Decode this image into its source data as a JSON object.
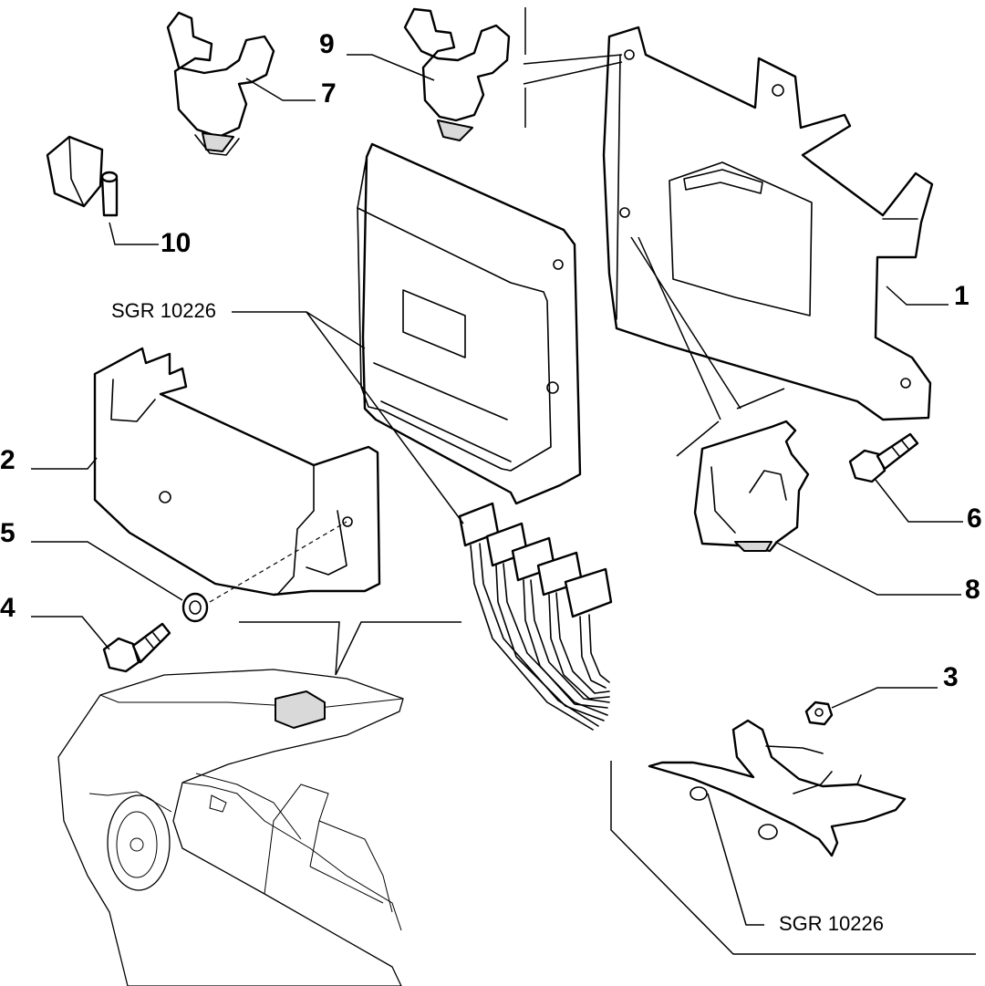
{
  "callouts": {
    "c1": "1",
    "c2": "2",
    "c3": "3",
    "c4": "4",
    "c5": "5",
    "c6": "6",
    "c7": "7",
    "c8": "8",
    "c9": "9",
    "c10": "10"
  },
  "references": {
    "ecu_ref": "SGR 10226",
    "support_ref": "SGR 10226"
  }
}
